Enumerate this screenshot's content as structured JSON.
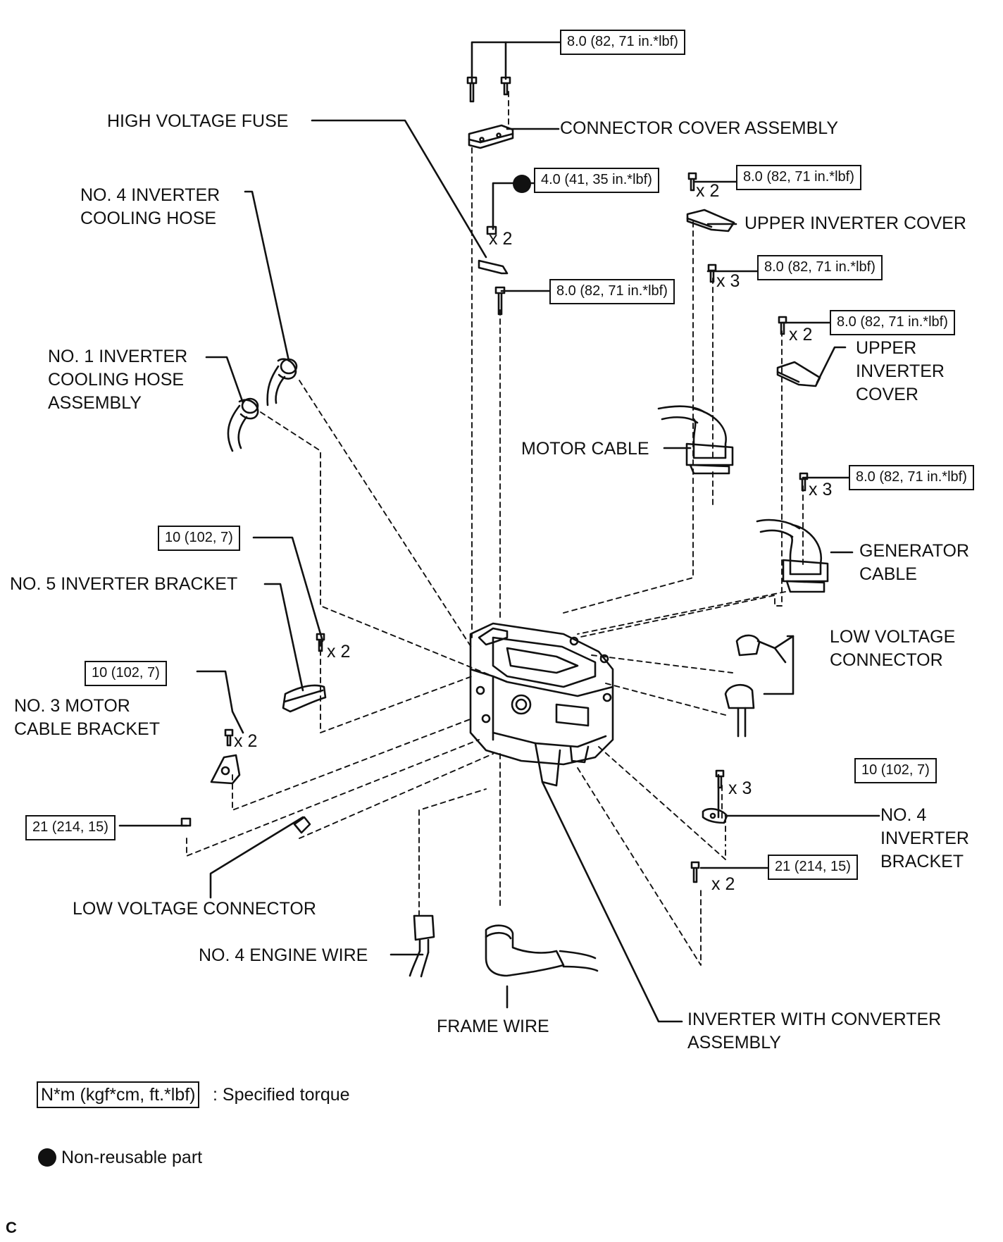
{
  "labels": {
    "high_voltage_fuse": "HIGH VOLTAGE FUSE",
    "connector_cover_assembly": "CONNECTOR COVER ASSEMBLY",
    "no4_inverter_cooling_hose": "NO. 4 INVERTER\nCOOLING HOSE",
    "upper_inverter_cover_1": "UPPER INVERTER COVER",
    "no1_inverter_cooling_hose_assembly": "NO. 1 INVERTER\nCOOLING HOSE\nASSEMBLY",
    "upper_inverter_cover_2": "UPPER\nINVERTER\nCOVER",
    "motor_cable": "MOTOR CABLE",
    "generator_cable": "GENERATOR\nCABLE",
    "no5_inverter_bracket": "NO. 5 INVERTER BRACKET",
    "low_voltage_connector_right": "LOW VOLTAGE\nCONNECTOR",
    "no3_motor_cable_bracket": "NO. 3 MOTOR\nCABLE BRACKET",
    "no4_inverter_bracket": "NO. 4\nINVERTER\nBRACKET",
    "low_voltage_connector_left": "LOW VOLTAGE CONNECTOR",
    "no4_engine_wire": "NO. 4 ENGINE WIRE",
    "frame_wire": "FRAME WIRE",
    "inverter_with_converter_assembly": "INVERTER WITH CONVERTER\nASSEMBLY"
  },
  "torques": {
    "connector_cover": "8.0 (82, 71 in.*lbf)",
    "fuse_nut": "4.0 (41, 35 in.*lbf)",
    "upper_cover_1": "8.0 (82, 71 in.*lbf)",
    "motor_cable_bolts": "8.0 (82, 71 in.*lbf)",
    "center_bolt": "8.0 (82, 71 in.*lbf)",
    "upper_cover_2": "8.0 (82, 71 in.*lbf)",
    "generator_cable_bolts": "8.0 (82, 71 in.*lbf)",
    "no5_bracket": "10 (102, 7)",
    "no3_bracket": "10 (102, 7)",
    "no4_bracket": "10 (102, 7)",
    "left_nut": "21 (214, 15)",
    "lower_right_bolt": "21 (214, 15)"
  },
  "multipliers": {
    "fuse_nut": "x 2",
    "upper_cover_1": "x 2",
    "motor_cable_bolts": "x 3",
    "upper_cover_2": "x 2",
    "generator_cable_bolts": "x 3",
    "no5_bracket": "x 2",
    "no3_bracket": "x 2",
    "no4_bracket": "x 3",
    "lower_right_bolt": "x 2"
  },
  "legend": {
    "torque_key": "N*m (kgf*cm, ft.*lbf)",
    "torque_desc": ": Specified torque",
    "nonreusable_desc": "Non-reusable part"
  },
  "corner_mark": "C"
}
